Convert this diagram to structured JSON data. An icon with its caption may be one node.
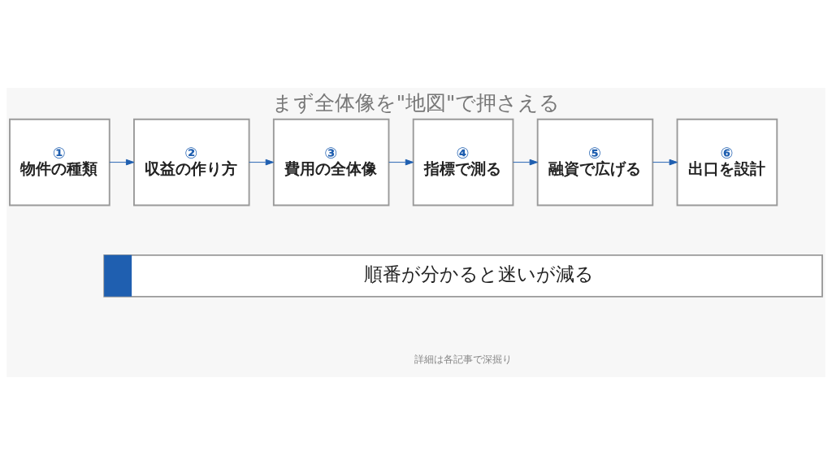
{
  "diagram": {
    "title": "まず全体像を\"地図\"で押さえる",
    "nodes": [
      {
        "text": [
          "①",
          "物件の種類"
        ]
      },
      {
        "text": [
          "②",
          "収益の作り方"
        ]
      },
      {
        "text": [
          "③",
          "費用の全体像"
        ]
      },
      {
        "text": [
          "④",
          "指標で測る"
        ]
      },
      {
        "text": [
          "⑤",
          "融資で広げる"
        ]
      },
      {
        "text": [
          "⑥",
          "出口を設計"
        ]
      },
      {
        "text": [
          "順番が分かると迷いが減る"
        ]
      }
    ],
    "edges": [
      {
        "from": 0,
        "to": 1,
        "arrow": "to"
      },
      {
        "from": 1,
        "to": 2,
        "arrow": "to"
      },
      {
        "from": 2,
        "to": 3,
        "arrow": "to"
      },
      {
        "from": 3,
        "to": 4,
        "arrow": "to"
      },
      {
        "from": 4,
        "to": 5,
        "arrow": "to"
      }
    ],
    "labels": [
      "詳細は各記事で深掘り"
    ]
  }
}
